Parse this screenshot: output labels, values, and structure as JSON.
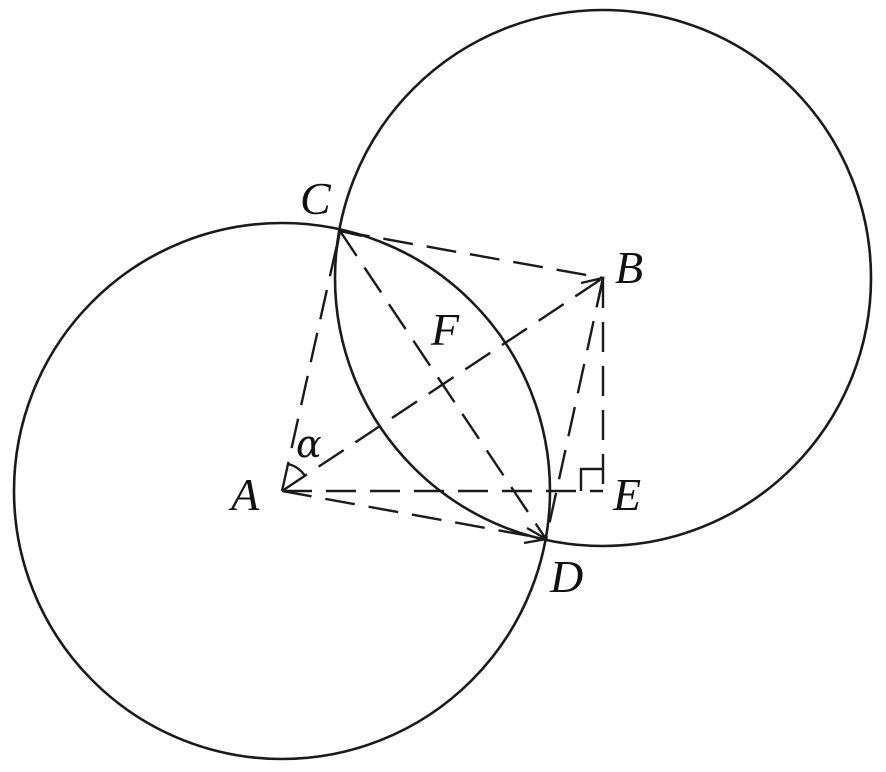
{
  "diagram": {
    "points": {
      "A": "A",
      "B": "B",
      "C": "C",
      "D": "D",
      "E": "E",
      "F": "F"
    },
    "angle": "α"
  }
}
